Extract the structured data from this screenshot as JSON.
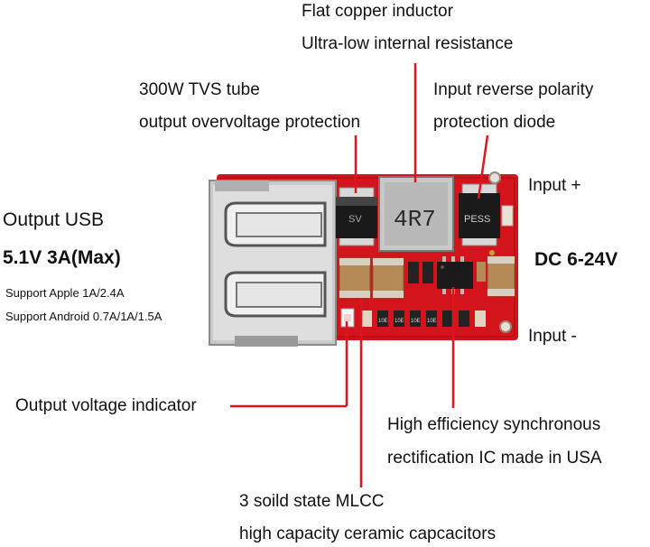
{
  "labels": {
    "inductor_1": "Flat copper inductor",
    "inductor_2": "Ultra-low internal resistance",
    "tvs_1": "300W TVS tube",
    "tvs_2": "output overvoltage protection",
    "diode_1": "Input reverse polarity",
    "diode_2": "protection diode",
    "input_plus": "Input +",
    "input_minus": "Input -",
    "input_range": "DC 6-24V",
    "output_usb": "Output USB",
    "output_spec": "5.1V 3A(Max)",
    "support_apple": "Support Apple 1A/2.4A",
    "support_android": "Support Android 0.7A/1A/1.5A",
    "indicator": "Output voltage indicator",
    "ic_1": "High efficiency synchronous",
    "ic_2": "rectification IC made in USA",
    "mlcc_1": "3 soild state MLCC",
    "mlcc_2": "high capacity ceramic capcacitors"
  },
  "board": {
    "inductor_marking": "4R7",
    "diode_marking": "PESS",
    "tvs_marking": "SV",
    "resistor_markings": [
      "10E",
      "10E",
      "10E",
      "10E"
    ],
    "pcb_color": "#d4141c",
    "callout_line_color": "#e0141c"
  }
}
